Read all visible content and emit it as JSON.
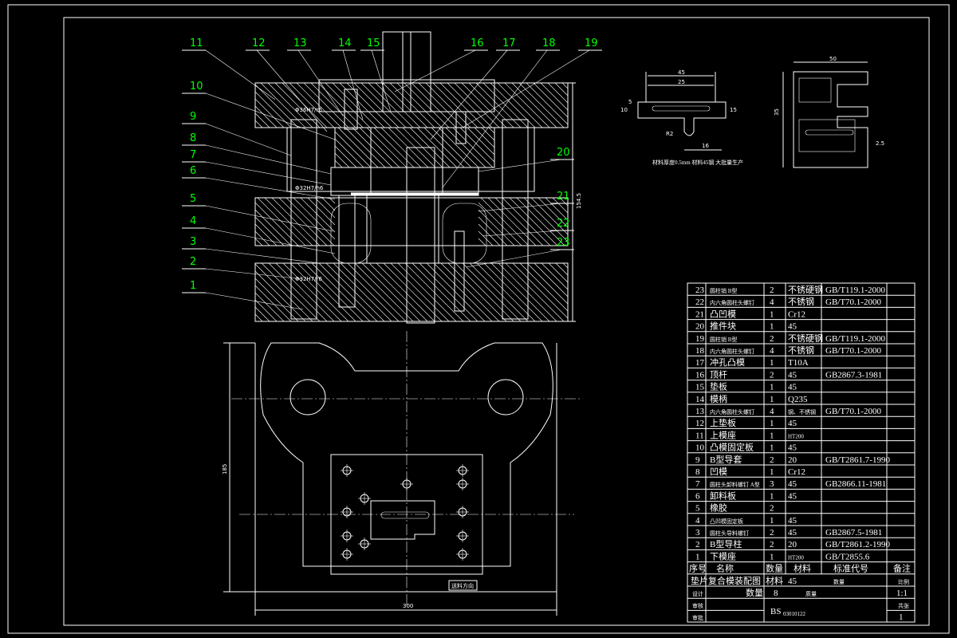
{
  "leader_labels": [
    "1",
    "2",
    "3",
    "4",
    "5",
    "6",
    "7",
    "8",
    "9",
    "10",
    "11",
    "12",
    "13",
    "14",
    "15",
    "16",
    "17",
    "18",
    "19",
    "20",
    "21",
    "22",
    "23"
  ],
  "section_notes": {
    "fit_upper": "Φ36H7/r6",
    "fit_mid": "Φ32H7/h6",
    "fit_lower": "Φ32H7/r6",
    "height_dim": "154.5"
  },
  "plan_dims": {
    "width": "300",
    "height": "185",
    "note": "送料方向"
  },
  "part_dims": {
    "a": "45",
    "b": "25",
    "c": "15",
    "d": "5",
    "e": "16",
    "f": "R2",
    "g": "10",
    "note": "材料厚度0.5mm 材料45钢 大批量生产",
    "layout_w": "50",
    "layout_h": "35",
    "layout_p": "2.5"
  },
  "bom": {
    "rows": [
      {
        "no": "23",
        "name": "圆柱销 B型",
        "qty": "2",
        "mat": "不锈硬钢",
        "std": "GB/T119.1-2000"
      },
      {
        "no": "22",
        "name": "内六角圆柱头螺钉",
        "qty": "4",
        "mat": "不锈钢",
        "std": "GB/T70.1-2000"
      },
      {
        "no": "21",
        "name": "凸凹模",
        "qty": "1",
        "mat": "Cr12",
        "std": ""
      },
      {
        "no": "20",
        "name": "推件块",
        "qty": "1",
        "mat": "45",
        "std": ""
      },
      {
        "no": "19",
        "name": "圆柱销 B型",
        "qty": "2",
        "mat": "不锈硬钢",
        "std": "GB/T119.1-2000"
      },
      {
        "no": "18",
        "name": "内六角圆柱头螺钉",
        "qty": "4",
        "mat": "不锈钢",
        "std": "GB/T70.1-2000"
      },
      {
        "no": "17",
        "name": "冲孔凸模",
        "qty": "1",
        "mat": "T10A",
        "std": ""
      },
      {
        "no": "16",
        "name": "顶杆",
        "qty": "2",
        "mat": "45",
        "std": "GB2867.3-1981"
      },
      {
        "no": "15",
        "name": "垫板",
        "qty": "1",
        "mat": "45",
        "std": ""
      },
      {
        "no": "14",
        "name": "模柄",
        "qty": "1",
        "mat": "Q235",
        "std": ""
      },
      {
        "no": "13",
        "name": "内六角圆柱头螺钉",
        "qty": "4",
        "mat": "钢、不锈钢",
        "std": "GB/T70.1-2000"
      },
      {
        "no": "12",
        "name": "上垫板",
        "qty": "1",
        "mat": "45",
        "std": ""
      },
      {
        "no": "11",
        "name": "上模座",
        "qty": "1",
        "mat": "HT200",
        "std": ""
      },
      {
        "no": "10",
        "name": "凸模固定板",
        "qty": "1",
        "mat": "45",
        "std": ""
      },
      {
        "no": "9",
        "name": "B型导套",
        "qty": "2",
        "mat": "20",
        "std": "GB/T2861.7-1990"
      },
      {
        "no": "8",
        "name": "凹模",
        "qty": "1",
        "mat": "Cr12",
        "std": ""
      },
      {
        "no": "7",
        "name": "圆柱头卸料螺钉 A型",
        "qty": "3",
        "mat": "45",
        "std": "GB2866.11-1981"
      },
      {
        "no": "6",
        "name": "卸料板",
        "qty": "1",
        "mat": "45",
        "std": ""
      },
      {
        "no": "5",
        "name": "橡胶",
        "qty": "2",
        "mat": "",
        "std": ""
      },
      {
        "no": "4",
        "name": "凸凹模固定板",
        "qty": "1",
        "mat": "45",
        "std": ""
      },
      {
        "no": "3",
        "name": "圆柱头导料螺钉",
        "qty": "2",
        "mat": "45",
        "std": "GB2867.5-1981"
      },
      {
        "no": "2",
        "name": "B型导柱",
        "qty": "2",
        "mat": "20",
        "std": "GB/T2861.2-1990"
      },
      {
        "no": "1",
        "name": "下模座",
        "qty": "1",
        "mat": "HT200",
        "std": "GB/T2855.6"
      }
    ],
    "header": {
      "no": "序号",
      "name": "名称",
      "qty": "数量",
      "mat": "材料",
      "std": "标准代号",
      "note": "备注"
    },
    "title_row": {
      "title": "垫片复合模装配图",
      "mat_label": "材料",
      "mat": "45",
      "count_label": "数量",
      "count": "8",
      "scale_label": "比例",
      "scale": "1:1"
    },
    "sign": {
      "design": "设计",
      "check": "审核",
      "approve": "审批",
      "drawing_no": "BS",
      "drawing_sub": "03010122",
      "sheet_label": "共张",
      "sheet_no": "1",
      "weight_label": "质量"
    }
  }
}
